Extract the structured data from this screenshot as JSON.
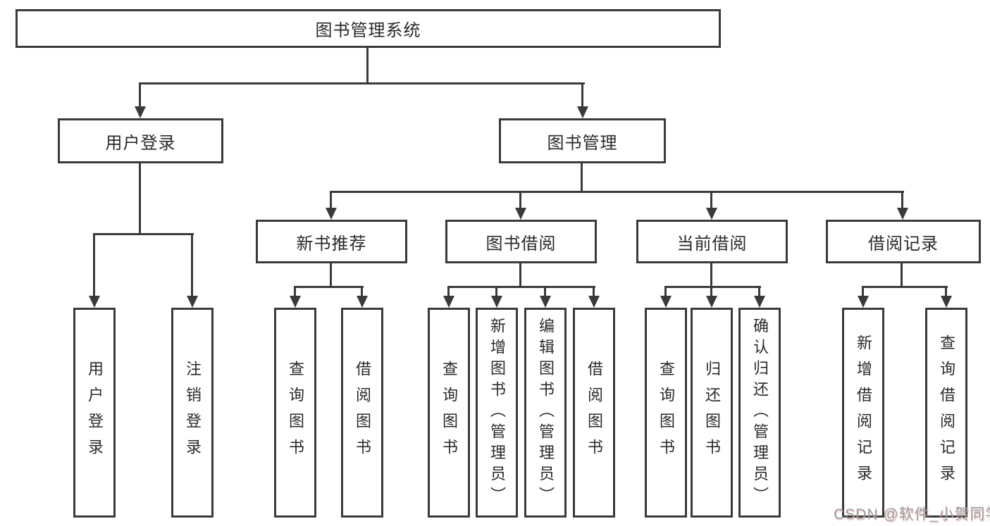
{
  "diagram": {
    "type": "hierarchy-tree",
    "colors": {
      "line": "#3a3a3a",
      "text": "#2a2a2a",
      "background": "#ffffff",
      "watermark": "#9d9d9d"
    },
    "nodes": {
      "root": {
        "label": "图书管理系统"
      },
      "user_login": {
        "label": "用户登录"
      },
      "book_management": {
        "label": "图书管理"
      },
      "new_book_recommend": {
        "label": "新书推荐"
      },
      "book_borrow": {
        "label": "图书借阅"
      },
      "current_borrow": {
        "label": "当前借阅"
      },
      "borrow_record": {
        "label": "借阅记录"
      },
      "leaf_user_login": {
        "label": "用户登录"
      },
      "leaf_logout": {
        "label": "注销登录"
      },
      "leaf_nb_query": {
        "label": "查询图书"
      },
      "leaf_nb_borrow": {
        "label": "借阅图书"
      },
      "leaf_bb_query": {
        "label": "查询图书"
      },
      "leaf_bb_add": {
        "label": "新增图书（管理员）"
      },
      "leaf_bb_edit": {
        "label": "编辑图书（管理员）"
      },
      "leaf_bb_borrow": {
        "label": "借阅图书"
      },
      "leaf_cb_query": {
        "label": "查询图书"
      },
      "leaf_cb_return": {
        "label": "归还图书"
      },
      "leaf_cb_confirm": {
        "label": "确认归还（管理员）"
      },
      "leaf_br_add": {
        "label": "新增借阅记录"
      },
      "leaf_br_query": {
        "label": "查询借阅记录"
      }
    },
    "hierarchy": {
      "图书管理系统": {
        "用户登录": [
          "用户登录",
          "注销登录"
        ],
        "图书管理": {
          "新书推荐": [
            "查询图书",
            "借阅图书"
          ],
          "图书借阅": [
            "查询图书",
            "新增图书（管理员）",
            "编辑图书（管理员）",
            "借阅图书"
          ],
          "当前借阅": [
            "查询图书",
            "归还图书",
            "确认归还（管理员）"
          ],
          "借阅记录": [
            "新增借阅记录",
            "查询借阅记录"
          ]
        }
      }
    },
    "watermark": {
      "text": "CSDN @软件_小贺同学"
    }
  }
}
